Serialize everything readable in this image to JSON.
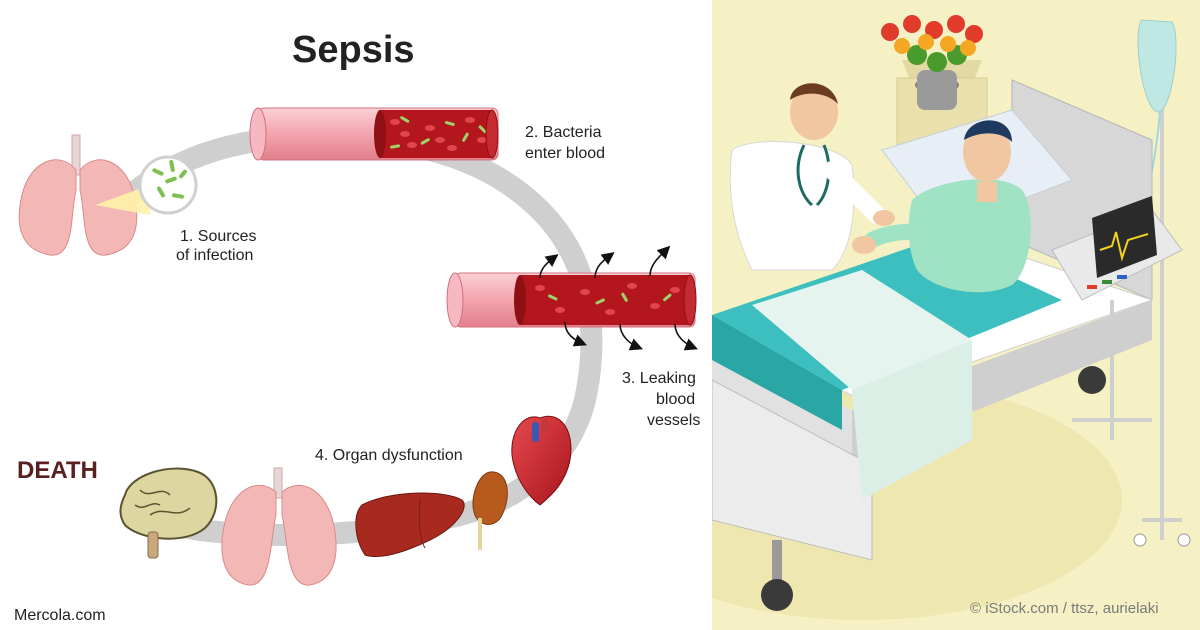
{
  "diagram": {
    "title": "Sepsis",
    "steps": [
      {
        "line1": "1. Sources",
        "line2": "of infection"
      },
      {
        "line1": "2. Bacteria",
        "line2": "enter blood"
      },
      {
        "line1": "3. Leaking",
        "line2": "blood",
        "line3": "vessels"
      },
      {
        "line1": "4. Organ dysfunction"
      }
    ],
    "outcome": "DEATH",
    "credit": "Mercola.com"
  },
  "photo": {
    "credit": "© iStock.com / ttsz, aurielaki"
  },
  "colors": {
    "cycle_track": "#cfcfcf",
    "vessel_wall": "#f4a3ad",
    "blood": "#b3161c",
    "bacteria": "#9ed36b",
    "lung": "#f3b8b5",
    "liver": "#a82a1e",
    "heart": "#c8202a",
    "brain": "#ddd6a0",
    "room_floor": "#f6f1c4",
    "sheet": "#3cbfbe"
  }
}
